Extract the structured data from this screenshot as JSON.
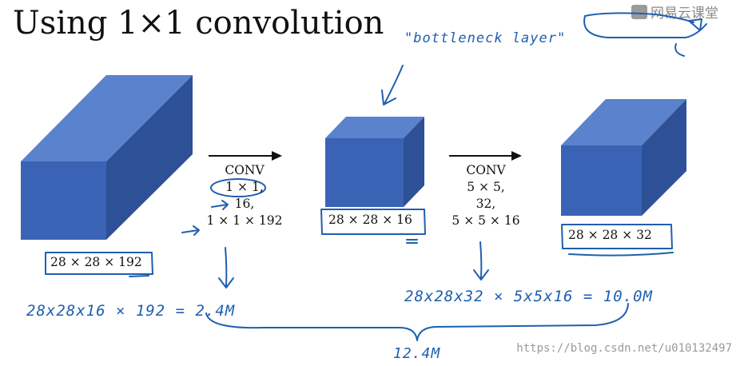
{
  "title": "Using 1×1 convolution",
  "brand": {
    "text": "网易云课堂"
  },
  "annotation_bottleneck": "\"bottleneck layer\"",
  "volumes": [
    {
      "label": "28 × 28 × 192"
    },
    {
      "label": "28 × 28 × 16"
    },
    {
      "label": "28 × 28 × 32"
    }
  ],
  "ops": [
    {
      "name": "CONV",
      "filter": "1 × 1,",
      "count": "16,",
      "shape": "1 × 1 × 192"
    },
    {
      "name": "CONV",
      "filter": "5 × 5,",
      "count": "32,",
      "shape": "5 × 5 × 16"
    }
  ],
  "cost_left": "28x28x16 × 192 = 2.4M",
  "cost_right": "28x28x32 × 5x5x16 = 10.0M",
  "cost_total": "12.4M",
  "watermark": "https://blog.csdn.net/u010132497",
  "colors": {
    "front": "#3a63b5",
    "top": "#5b82cc",
    "side": "#2e5096",
    "ink": "#1f5fb0"
  }
}
